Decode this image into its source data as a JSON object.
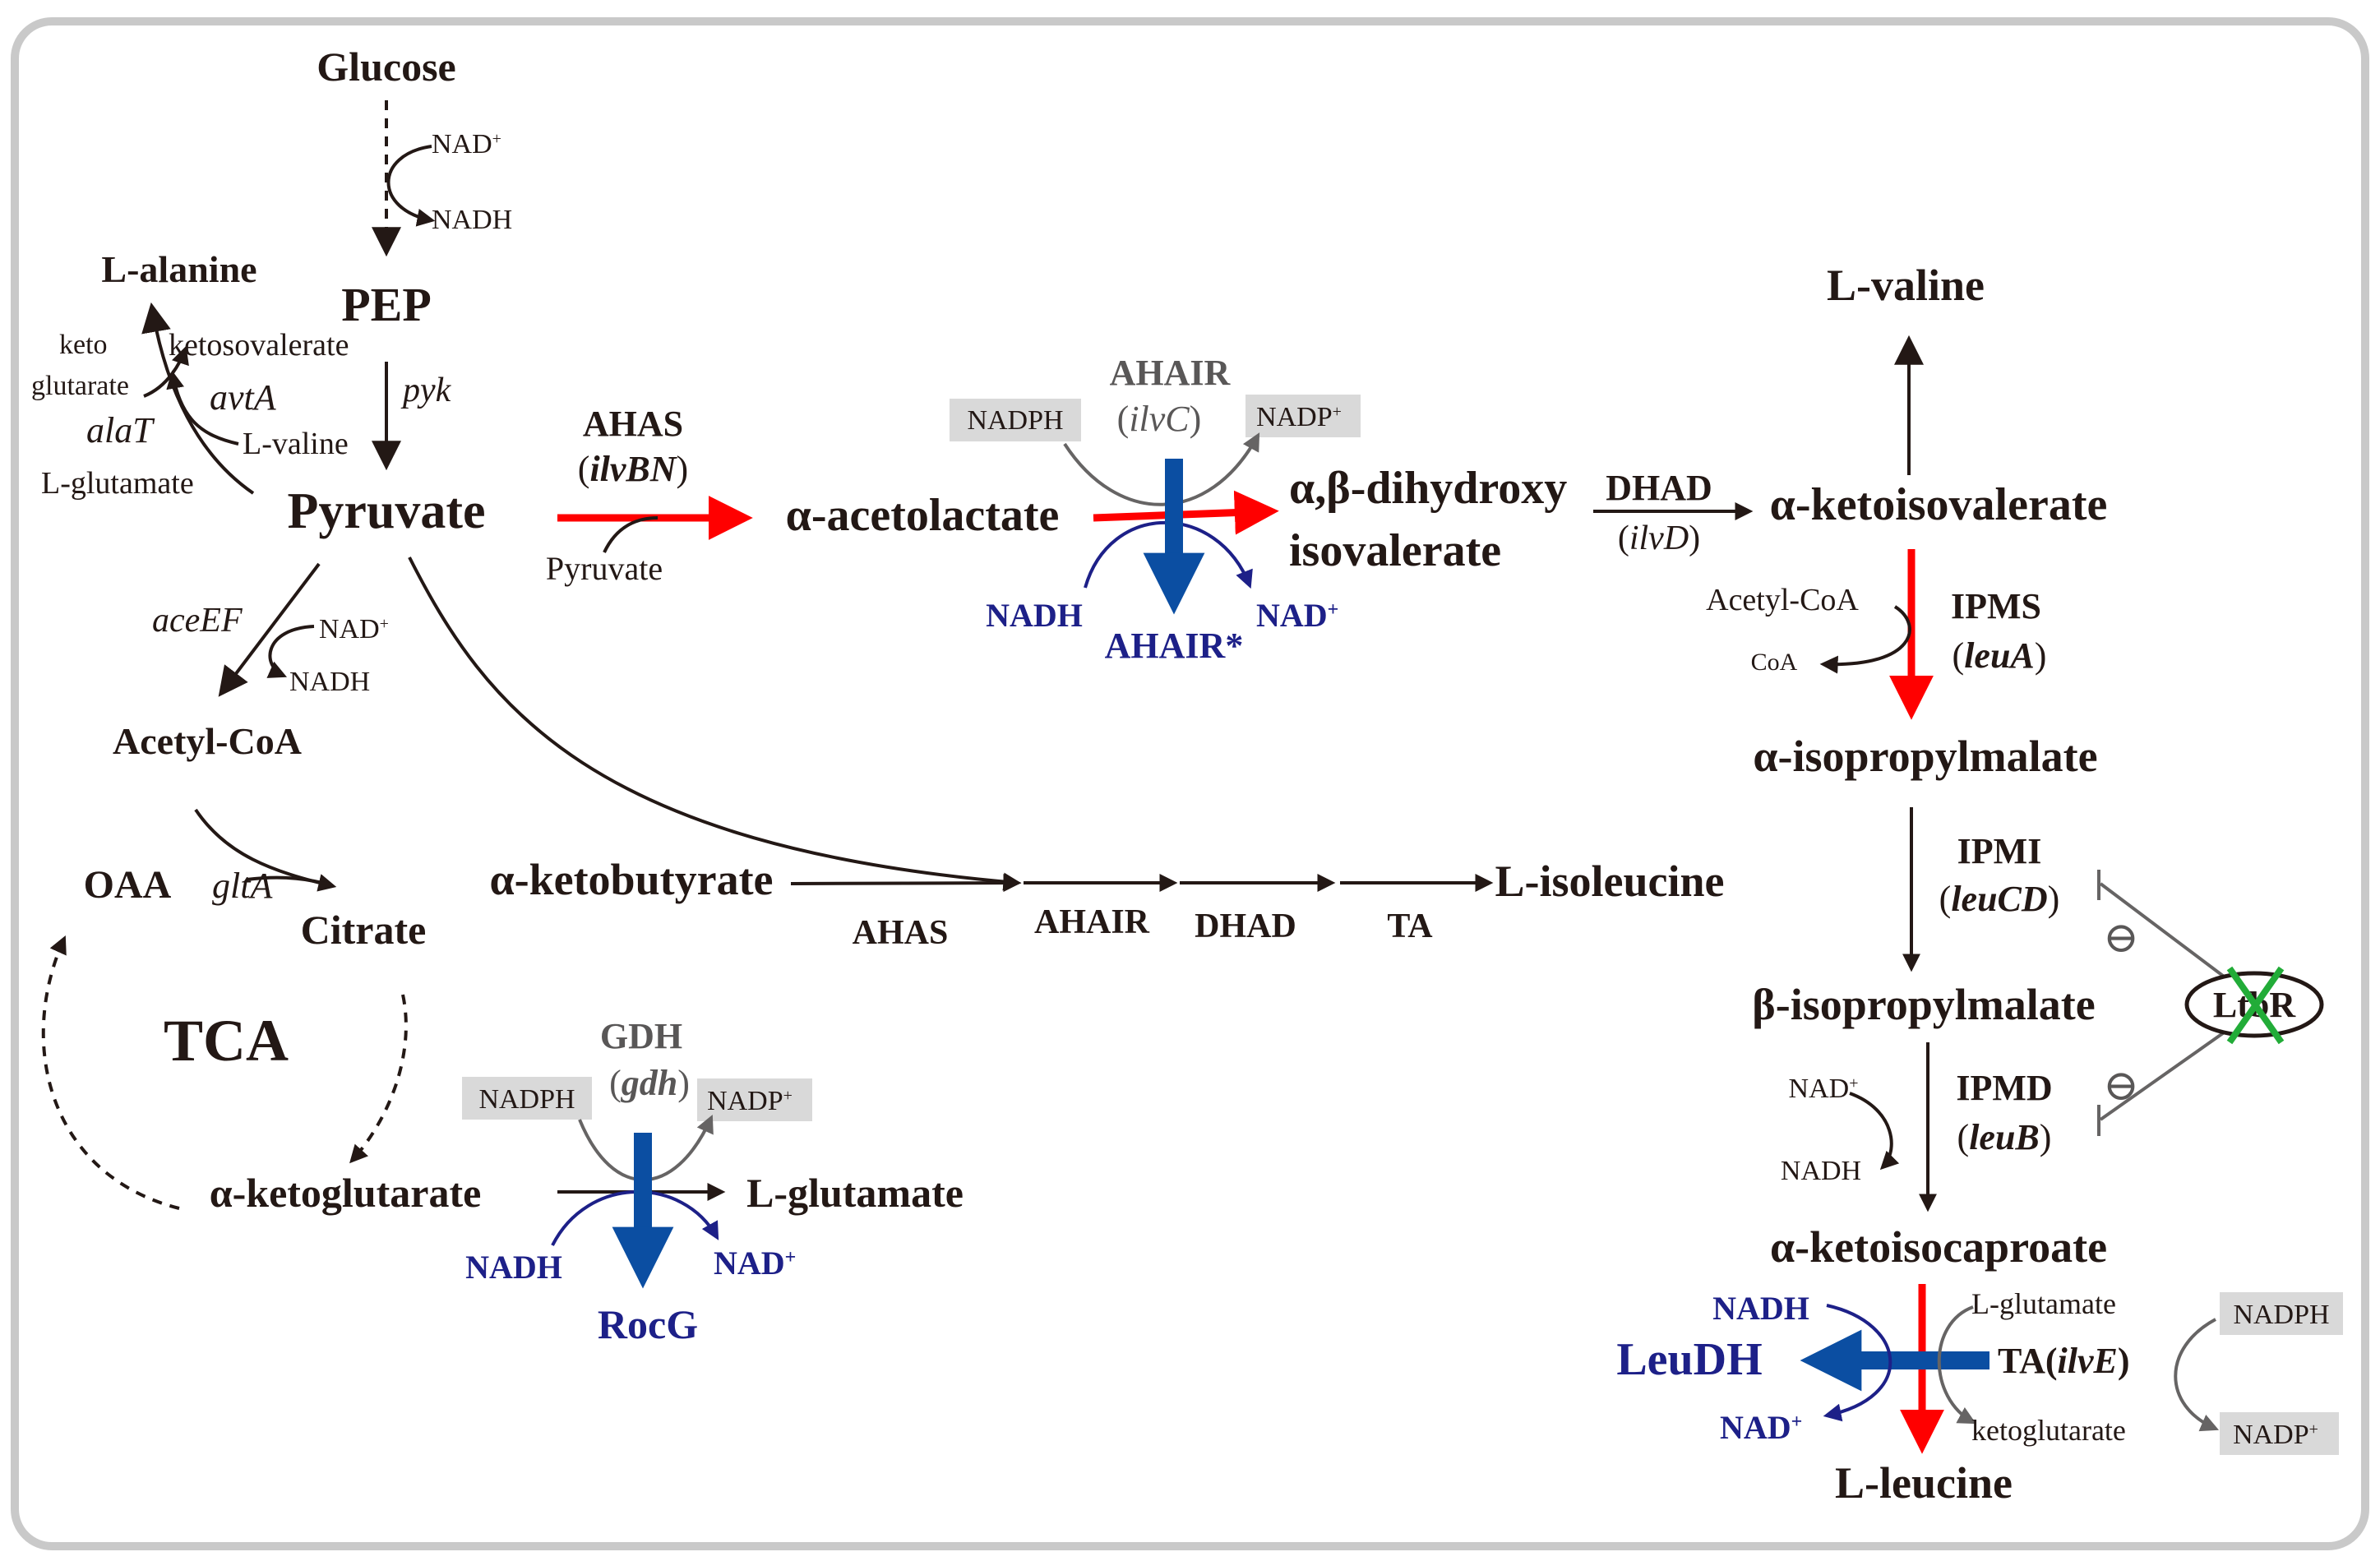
{
  "colors": {
    "black": "#231815",
    "gray": "#595757",
    "blue": "#1d2088",
    "red": "#ff0000",
    "bar_blue": "#0b4ea2",
    "box": "#d9d9d9",
    "x_green": "#22ac38"
  },
  "upper": {
    "glucose": "Glucose",
    "nad_plus": "NAD",
    "nadh": "NADH",
    "pep": "PEP",
    "pyk": "pyk",
    "pyruvate": "Pyruvate",
    "l_alanine": "L-alanine",
    "keto": "keto",
    "glutarate": "glutarate",
    "ketosovalerate": "ketosovalerate",
    "avtA": "avtA",
    "alaT": "alaT",
    "l_valine_small": "L-valine",
    "l_glutamate_small": "L-glutamate"
  },
  "acetyl": {
    "aceEF": "aceEF",
    "nad_plus": "NAD",
    "nadh": "NADH",
    "acetyl_coa": "Acetyl-CoA",
    "oaa": "OAA",
    "gltA": "gltA",
    "citrate": "Citrate",
    "tca": "TCA",
    "akg": "α-ketoglutarate"
  },
  "ahas": {
    "name": "AHAS",
    "gene": "ilvBN",
    "pyruvate": "Pyruvate",
    "product": "α-acetolactate"
  },
  "ahair": {
    "name": "AHAIR",
    "gene": "ilvC",
    "nadph": "NADPH",
    "nadp_plus": "NADP",
    "nadh": "NADH",
    "nad_plus": "NAD",
    "mutant": "AHAIR*"
  },
  "dhiv": {
    "line1": "α,β-dihydroxy",
    "line2": "isovalerate"
  },
  "dhad": {
    "name": "DHAD",
    "gene": "ilvD"
  },
  "valine": {
    "kiv": "α-ketoisovalerate",
    "l_valine": "L-valine"
  },
  "ipms": {
    "acetyl_coa": "Acetyl-CoA",
    "coa": "CoA",
    "name": "IPMS",
    "gene": "leuA",
    "product": "α-isopropylmalate"
  },
  "ipmi": {
    "name": "IPMI",
    "gene": "leuCD",
    "product": "β-isopropylmalate"
  },
  "ipmd": {
    "nad_plus": "NAD",
    "nadh": "NADH",
    "name": "IPMD",
    "gene": "leuB",
    "product": "α-ketoisocaproate"
  },
  "ltbr": {
    "name": "LtbR",
    "inhibit": "⊖"
  },
  "isoleucine": {
    "akb": "α-ketobutyrate",
    "ahas": "AHAS",
    "ahair": "AHAIR",
    "dhad": "DHAD",
    "ta": "TA",
    "l_isoleucine": "L-isoleucine"
  },
  "gdh": {
    "name": "GDH",
    "gene": "gdh",
    "nadph": "NADPH",
    "nadp_plus": "NADP",
    "l_glutamate": "L-glutamate",
    "nadh": "NADH",
    "nad_plus": "NAD",
    "rocg": "RocG"
  },
  "leucine": {
    "nadh": "NADH",
    "l_glutamate": "L-glutamate",
    "nadph": "NADPH",
    "leudh": "LeuDH",
    "ta": "TA",
    "ta_gene": "ilvE",
    "nad_plus": "NAD",
    "ketoglutarate": "ketoglutarate",
    "nadp_plus": "NADP",
    "l_leucine": "L-leucine"
  },
  "superscript_plus": "+"
}
